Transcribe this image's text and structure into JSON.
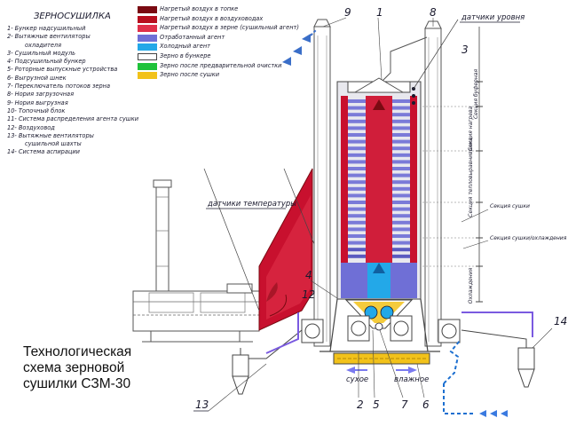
{
  "legend": {
    "title": "ЗЕРНОСУШИЛКА",
    "items": [
      "1- Бункер надсушильный",
      "2- Вытяжные вентиляторы",
      "охладителя",
      "3- Сушильный модуль",
      "4- Подсушильный бункер",
      "5- Роторные выпускные устройства",
      "6- Выгрузной шнек",
      "7- Переключатель потоков зерна",
      "8- Нория загрузочная",
      "9- Нория выгрузная",
      "10- Топочный блок",
      "11- Система распределения агента сушки",
      "12- Воздуховод",
      "13- Вытяжные вентиляторы",
      "сушильной шахты",
      "14- Система аспирации"
    ]
  },
  "color_legend": [
    {
      "label": "Нагретый воздух в топке",
      "color": "#7a0a12"
    },
    {
      "label": "Нагретый воздух в воздуховодах",
      "color": "#b80f1f"
    },
    {
      "label": "Нагретый воздух в зерне (сушильный агент)",
      "color": "#e0304a"
    },
    {
      "label": "Отработанный агент",
      "color": "#6f6fd6"
    },
    {
      "label": "Холодный агент",
      "color": "#23a8e8"
    },
    {
      "label": "Зерно в бункере",
      "color": "#ffffff"
    },
    {
      "label": "Зерно после предварительной очистки",
      "color": "#1fc23a"
    },
    {
      "label": "Зерно после сушки",
      "color": "#f2c21a"
    }
  ],
  "labels": {
    "level_sensors": "датчики уровня",
    "temperature_sensors": "датчики температуры",
    "dry": "сухое",
    "wet": "влажное",
    "sections": [
      "Секция буферная",
      "Секция нагрева",
      "Секция тепловыравнивания",
      "Секция сушки",
      "Секция сушки/охлаждения",
      "Охлаждения"
    ],
    "numbers": [
      "9",
      "1",
      "8",
      "3",
      "4",
      "12",
      "13",
      "2",
      "5",
      "7",
      "6",
      "14"
    ]
  },
  "caption": [
    "Технологическая",
    "схема зерновой",
    "сушилки СЗМ-30"
  ]
}
